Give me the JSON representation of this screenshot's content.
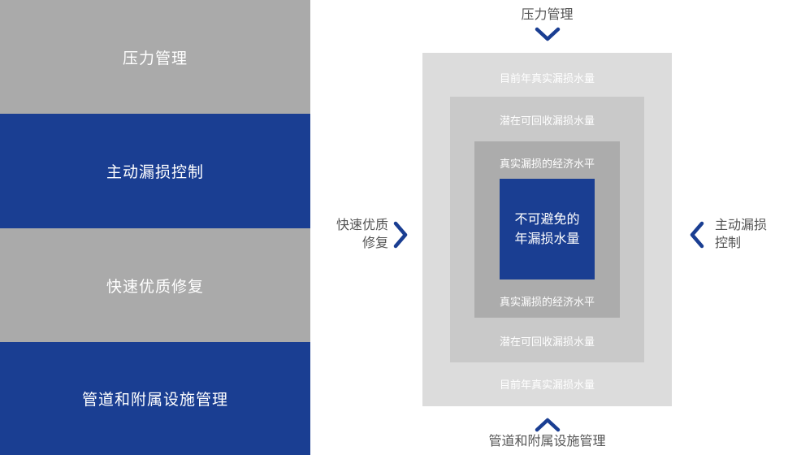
{
  "bands": [
    {
      "label": "压力管理"
    },
    {
      "label": "主动漏损控制"
    },
    {
      "label": "快速优质修复"
    },
    {
      "label": "管道和附属设施管理"
    }
  ],
  "diagram": {
    "top_label": "压力管理",
    "bottom_label": "管道和附属设施管理",
    "left_label_line1": "快速优质",
    "left_label_line2": "修复",
    "right_label_line1": "主动漏损",
    "right_label_line2": "控制",
    "outer_top": "目前年真实漏损水量",
    "mid_top": "潜在可回收漏损水量",
    "inner_top": "真实漏损的经济水平",
    "core_line1": "不可避免的",
    "core_line2": "年漏损水量",
    "inner_bottom": "真实漏损的经济水平",
    "mid_bottom": "潜在可回收漏损水量",
    "outer_bottom": "目前年真实漏损水量"
  },
  "colors": {
    "blue": "#1a3e92",
    "gray_band": "#aaaaaa",
    "outer_box": "#dcdcdc",
    "mid_box": "#c9c9c9",
    "inner_box": "#acacac"
  }
}
